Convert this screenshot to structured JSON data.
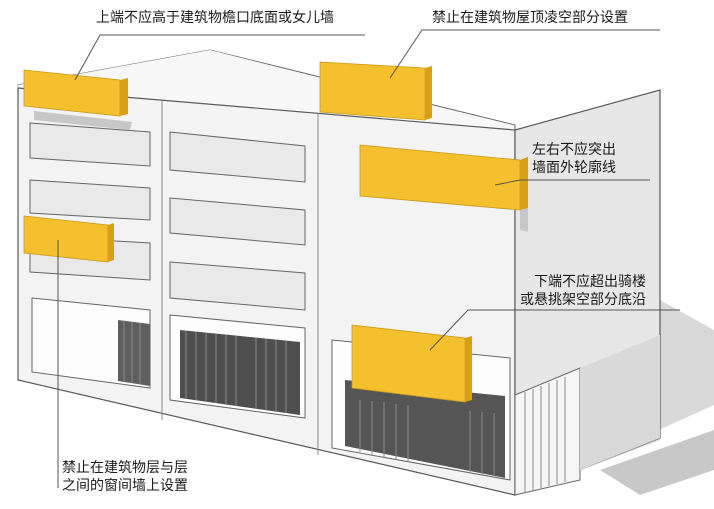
{
  "annotations": {
    "top_left": "上端不应高于建筑物檐口底面或女儿墙",
    "top_right": "禁止在建筑物屋顶凌空部分设置",
    "right_middle": [
      "左右不应突出",
      "墙面外轮廓线"
    ],
    "right_lower": [
      "下端不应超出骑楼",
      "或悬挑架空部分底沿"
    ],
    "bottom_left": [
      "禁止在建筑物层与层",
      "之间的窗间墙上设置"
    ]
  },
  "colors": {
    "sign": "#f5c02e",
    "sign_side": "#d89f18",
    "wall_front": "#f4f4f4",
    "wall_side": "#e6e6e6",
    "wall_outline": "#5a5a5a",
    "shadow": "#cfcfcf",
    "leader": "#555555"
  }
}
